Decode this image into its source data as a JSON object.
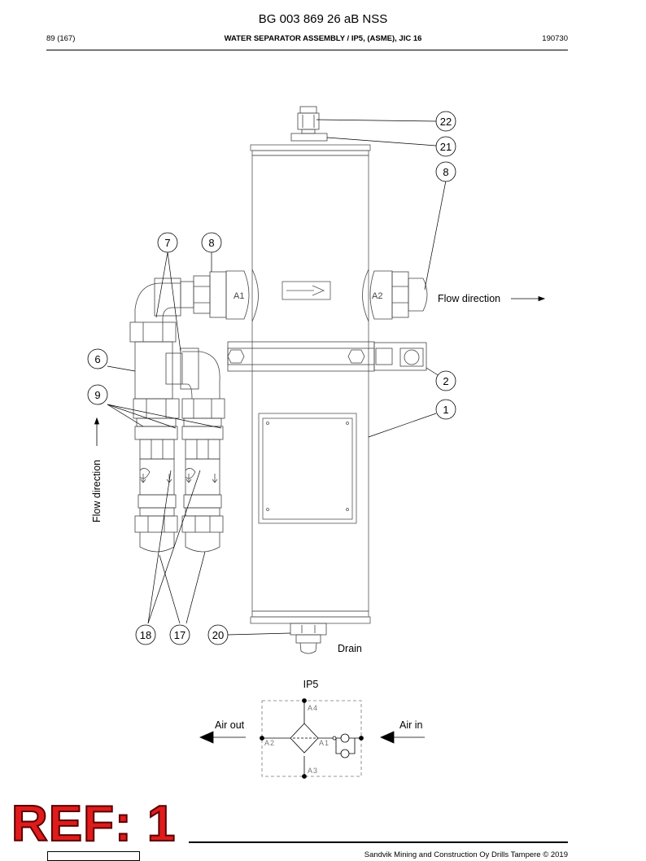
{
  "document": {
    "title": "BG 003 869 26 aB NSS",
    "page": "89 (167)",
    "section_title": "WATER SEPARATOR ASSEMBLY / IP5, (ASME), JIC 16",
    "date_code": "190730",
    "footer": "Sandvik Mining and Construction Oy Drills Tampere © 2019",
    "ref_stamp": "REF: 1"
  },
  "drawing": {
    "callouts": [
      "22",
      "21",
      "8",
      "7",
      "8",
      "6",
      "9",
      "2",
      "1",
      "18",
      "17",
      "20"
    ],
    "port_labels": [
      "A1",
      "A2"
    ],
    "flow_direction_right": "Flow direction",
    "flow_direction_vertical": "Flow direction",
    "drain_label": "Drain"
  },
  "schematic": {
    "title": "IP5",
    "air_out": "Air out",
    "air_in": "Air in",
    "ports": [
      "A4",
      "A2",
      "A1",
      "A3"
    ]
  },
  "colors": {
    "line": "#000000",
    "stamp": "#e01b1b",
    "background": "#ffffff"
  }
}
